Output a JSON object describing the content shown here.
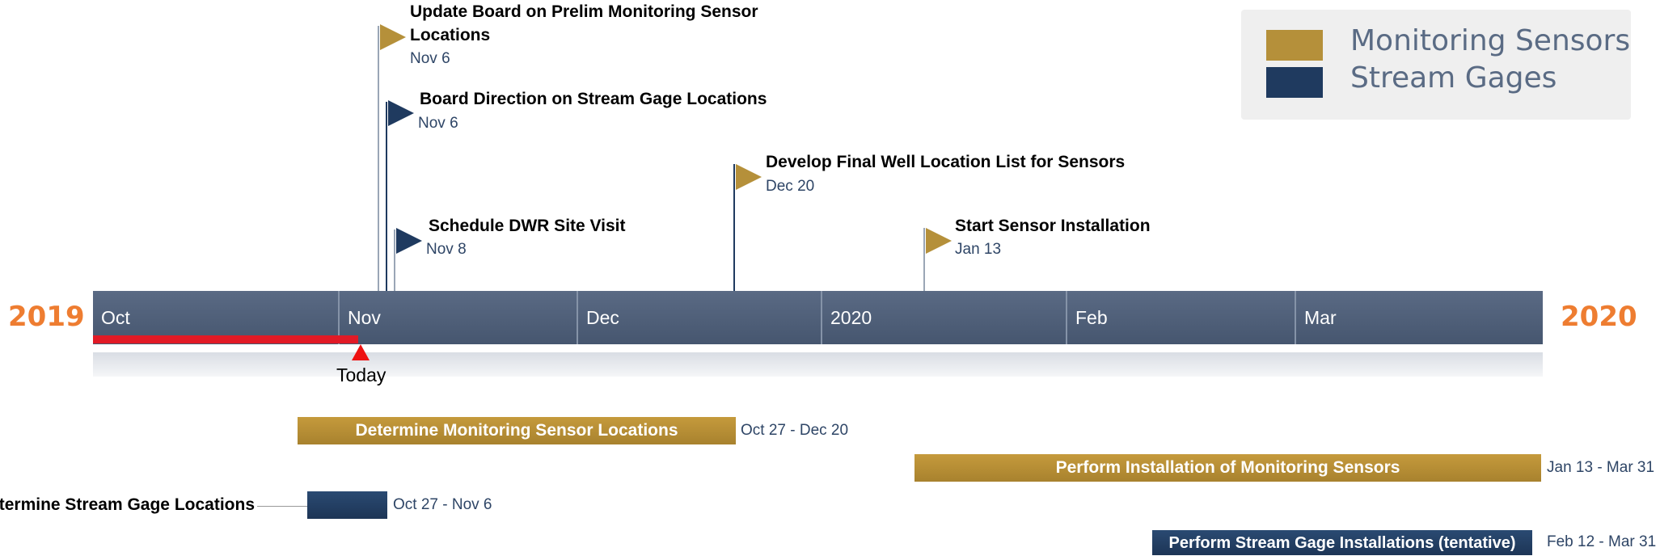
{
  "years": {
    "start": "2019",
    "end": "2020"
  },
  "months": [
    "Oct",
    "Nov",
    "Dec",
    "2020",
    "Feb",
    "Mar"
  ],
  "today": {
    "label": "Today"
  },
  "milestones": [
    {
      "title": "Update Board on Prelim Monitoring Sensor Locations",
      "date": "Nov 6",
      "color": "gold"
    },
    {
      "title": "Board Direction on Stream Gage Locations",
      "date": "Nov 6",
      "color": "navy"
    },
    {
      "title": "Develop Final Well Location List for Sensors",
      "date": "Dec 20",
      "color": "gold"
    },
    {
      "title": "Schedule DWR Site Visit",
      "date": "Nov 8",
      "color": "navy"
    },
    {
      "title": "Start Sensor Installation",
      "date": "Jan 13",
      "color": "gold"
    }
  ],
  "tasks": [
    {
      "label": "Determine Monitoring Sensor Locations",
      "range": "Oct 27 - Dec 20",
      "color": "gold"
    },
    {
      "label": "Perform Installation of Monitoring Sensors",
      "range": "Jan 13 - Mar 31",
      "color": "gold"
    },
    {
      "label": "Determine Stream Gage Locations",
      "range": "Oct 27 - Nov 6",
      "color": "navy"
    },
    {
      "label": "Perform Stream Gage Installations (tentative)",
      "range": "Feb 12 - Mar 31",
      "color": "navy"
    }
  ],
  "legend": {
    "items": [
      {
        "label": "Monitoring Sensors",
        "color": "#b5903a"
      },
      {
        "label": "Stream Gages",
        "color": "#1f3a5f"
      }
    ]
  },
  "colors": {
    "gold": "#b5903a",
    "navy": "#1f3a5f",
    "year": "#ee7d31",
    "today": "#e11a26"
  }
}
